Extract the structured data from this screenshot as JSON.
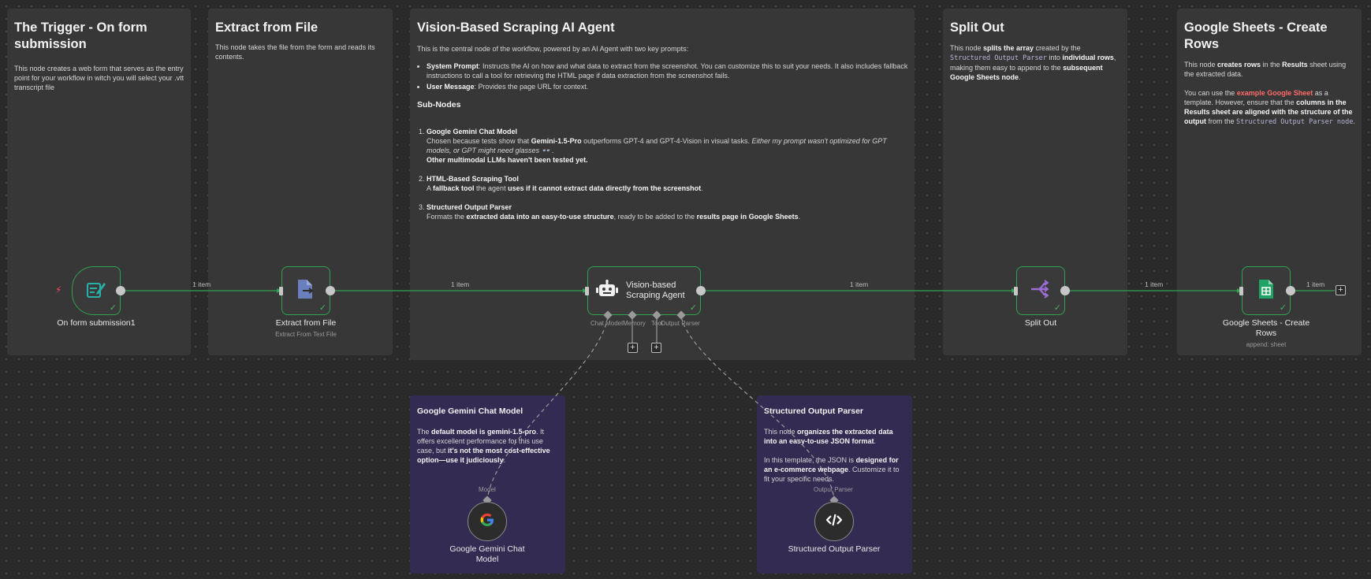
{
  "stickies": {
    "trigger": {
      "title": "The Trigger - On form submission",
      "body": "This node creates a web form that serves as the entry point for your workflow in witch you will select your .vtt transcript file"
    },
    "extract": {
      "title": "Extract from File",
      "body": "This node takes the file from the form and reads its contents."
    },
    "agent": {
      "title": "Vision-Based Scraping AI Agent",
      "intro": "This is the central node of the workflow, powered by an AI Agent with two key prompts:",
      "bullet1_bold": "System Prompt",
      "bullet1_text": ": Instructs the AI on how and what data to extract from the screenshot. You can customize this to suit your needs. It also includes fallback instructions to call a tool for retrieving the HTML page if data extraction from the screenshot fails.",
      "bullet2_bold": "User Message",
      "bullet2_text": ": Provides the page URL for context.",
      "subnodes_heading": "Sub-Nodes",
      "item1_title": "Google Gemini Chat Model",
      "item1_a": "Chosen because tests show that ",
      "item1_b": "Gemini-1.5-Pro",
      "item1_c": " outperforms GPT-4 and GPT-4-Vision in visual tasks. ",
      "item1_d": "Either my prompt wasn't optimized for GPT models, or GPT might need glasses 👓 .",
      "item1_e": "Other multimodal LLMs haven't been tested yet.",
      "item2_title": "HTML-Based Scraping Tool",
      "item2_a": "A ",
      "item2_b": "fallback tool",
      "item2_c": " the agent ",
      "item2_d": "uses if it cannot extract data directly from the screenshot",
      "item2_e": ".",
      "item3_title": "Structured Output Parser",
      "item3_a": "Formats the ",
      "item3_b": "extracted data into an easy-to-use structure",
      "item3_c": ", ready to be added to the ",
      "item3_d": "results page in Google Sheets",
      "item3_e": "."
    },
    "split": {
      "title": "Split Out",
      "a": "This node ",
      "b": "splits the array",
      "c": " created by the ",
      "code": "Structured Output Parser",
      "d": " into ",
      "e": "individual rows",
      "f": ", making them easy to append to the ",
      "g": "subsequent Google Sheets node",
      "h": "."
    },
    "sheets": {
      "title": "Google Sheets - Create Rows",
      "p1_a": "This node ",
      "p1_b": "creates rows",
      "p1_c": " in the ",
      "p1_d": "Results",
      "p1_e": " sheet using the extracted data.",
      "p2_a": "You can use the ",
      "p2_link": "example Google Sheet",
      "p2_b": " as a template. However, ensure that the ",
      "p2_c": "columns in the Results sheet are aligned with the structure of the output",
      "p2_d": " from the ",
      "p2_code": "Structured Output Parser node",
      "p2_e": "."
    },
    "gemini": {
      "title": "Google Gemini Chat Model",
      "a": "The ",
      "b": "default model is gemini-1.5-pro",
      "c": ". It offers excellent performance for this use case, but ",
      "d": "it's not the most cost-effective option—use it judiciously",
      "e": "."
    },
    "parser": {
      "title": "Structured Output Parser",
      "p1_a": "This node ",
      "p1_b": "organizes the extracted data into an easy-to-use JSON format",
      "p1_c": ".",
      "p2_a": "In this template, the JSON is ",
      "p2_b": "designed for an e-commerce webpage",
      "p2_c": ". Customize it to fit your specific needs."
    }
  },
  "nodes": {
    "form": {
      "label": "On form submission1",
      "icon": "form-icon"
    },
    "extract": {
      "label": "Extract from File",
      "sublabel": "Extract From Text File",
      "icon": "file-extract-icon"
    },
    "agent": {
      "label": "Vision-based Scraping Agent",
      "icon": "robot-icon"
    },
    "split": {
      "label": "Split Out",
      "icon": "split-icon"
    },
    "sheets": {
      "label": "Google Sheets - Create Rows",
      "sublabel": "append: sheet",
      "icon": "google-sheets-icon"
    },
    "gemini": {
      "label": "Google Gemini Chat Model",
      "port_label": "Model",
      "icon": "google-icon"
    },
    "parser": {
      "label": "Structured Output Parser",
      "port_label": "Output Parser",
      "icon": "code-icon"
    }
  },
  "agent_ports": {
    "chat_model": "Chat Model",
    "memory": "Memory",
    "tool": "Tool",
    "output_parser": "Output Parser"
  },
  "connections": {
    "c1": "1 item",
    "c2": "1 item",
    "c3": "1 item",
    "c4": "1 item",
    "c5": "1 item"
  },
  "colors": {
    "canvas": "#2a2a2a",
    "sticky": "#373737",
    "sticky_purple": "#332b52",
    "success": "#2fa34f",
    "trigger_bolt": "#ff4d5e",
    "link": "#ff6b6b"
  }
}
